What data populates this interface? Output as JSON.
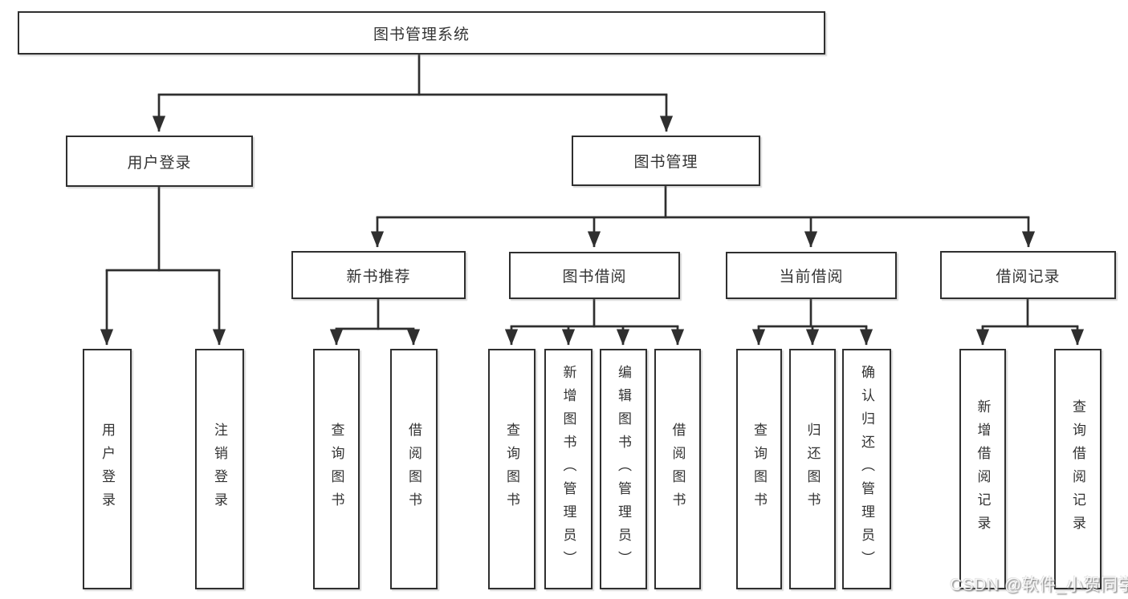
{
  "diagram": {
    "title": "图书管理系统",
    "branches": [
      {
        "label": "用户登录",
        "children": [
          "用户登录",
          "注销登录"
        ]
      },
      {
        "label": "图书管理",
        "children": [
          {
            "label": "新书推荐",
            "children": [
              "查询图书",
              "借阅图书"
            ]
          },
          {
            "label": "图书借阅",
            "children": [
              "查询图书",
              "新增图书（管理员）",
              "编辑图书（管理员）",
              "借阅图书"
            ]
          },
          {
            "label": "当前借阅",
            "children": [
              "查询图书",
              "归还图书",
              "确认归还（管理员）"
            ]
          },
          {
            "label": "借阅记录",
            "children": [
              "新增借阅记录",
              "查询借阅记录"
            ]
          }
        ]
      }
    ]
  },
  "colors": {
    "line": "#2f2f2f",
    "text": "#333333",
    "box_fill": "#ffffff",
    "background": "#ffffff",
    "watermark": "#c8c8c8"
  },
  "watermark": "CSDN @软件_小贺同学"
}
